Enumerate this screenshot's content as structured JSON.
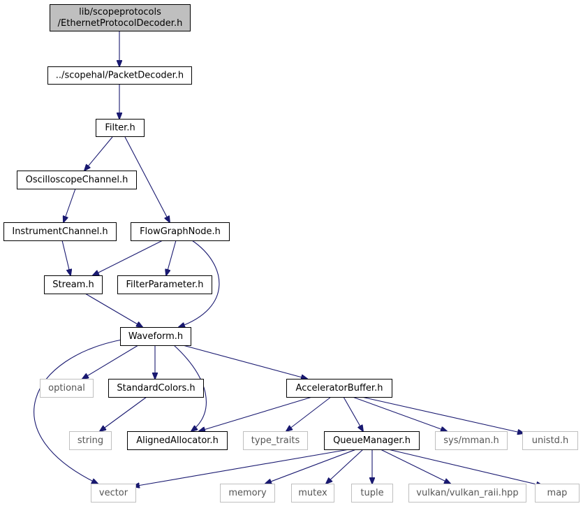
{
  "graph": {
    "nodes": [
      {
        "id": "ethernet",
        "lines": [
          "lib/scopeprotocols",
          "/EthernetProtocolDecoder.h"
        ],
        "style": "root"
      },
      {
        "id": "packetdecoder",
        "lines": [
          "../scopehal/PacketDecoder.h"
        ],
        "style": "normal"
      },
      {
        "id": "filter",
        "lines": [
          "Filter.h"
        ],
        "style": "normal"
      },
      {
        "id": "oscilloscopechannel",
        "lines": [
          "OscilloscopeChannel.h"
        ],
        "style": "normal"
      },
      {
        "id": "instrumentchannel",
        "lines": [
          "InstrumentChannel.h"
        ],
        "style": "normal"
      },
      {
        "id": "flowgraphnode",
        "lines": [
          "FlowGraphNode.h"
        ],
        "style": "normal"
      },
      {
        "id": "stream",
        "lines": [
          "Stream.h"
        ],
        "style": "normal"
      },
      {
        "id": "filterparameter",
        "lines": [
          "FilterParameter.h"
        ],
        "style": "normal"
      },
      {
        "id": "waveform",
        "lines": [
          "Waveform.h"
        ],
        "style": "normal"
      },
      {
        "id": "optional",
        "lines": [
          "optional"
        ],
        "style": "system"
      },
      {
        "id": "standardcolors",
        "lines": [
          "StandardColors.h"
        ],
        "style": "normal"
      },
      {
        "id": "acceleratorbuffer",
        "lines": [
          "AcceleratorBuffer.h"
        ],
        "style": "normal"
      },
      {
        "id": "string",
        "lines": [
          "string"
        ],
        "style": "system"
      },
      {
        "id": "alignedallocator",
        "lines": [
          "AlignedAllocator.h"
        ],
        "style": "normal"
      },
      {
        "id": "type_traits",
        "lines": [
          "type_traits"
        ],
        "style": "system"
      },
      {
        "id": "queuemanager",
        "lines": [
          "QueueManager.h"
        ],
        "style": "normal"
      },
      {
        "id": "sysmman",
        "lines": [
          "sys/mman.h"
        ],
        "style": "system"
      },
      {
        "id": "unistd",
        "lines": [
          "unistd.h"
        ],
        "style": "system"
      },
      {
        "id": "vector",
        "lines": [
          "vector"
        ],
        "style": "system"
      },
      {
        "id": "memory",
        "lines": [
          "memory"
        ],
        "style": "system"
      },
      {
        "id": "mutex",
        "lines": [
          "mutex"
        ],
        "style": "system"
      },
      {
        "id": "tuple",
        "lines": [
          "tuple"
        ],
        "style": "system"
      },
      {
        "id": "vulkan",
        "lines": [
          "vulkan/vulkan_raii.hpp"
        ],
        "style": "system"
      },
      {
        "id": "map",
        "lines": [
          "map"
        ],
        "style": "system"
      }
    ],
    "edges": [
      {
        "from": "ethernet",
        "to": "packetdecoder"
      },
      {
        "from": "packetdecoder",
        "to": "filter"
      },
      {
        "from": "filter",
        "to": "oscilloscopechannel"
      },
      {
        "from": "filter",
        "to": "flowgraphnode"
      },
      {
        "from": "oscilloscopechannel",
        "to": "instrumentchannel"
      },
      {
        "from": "instrumentchannel",
        "to": "stream"
      },
      {
        "from": "flowgraphnode",
        "to": "stream"
      },
      {
        "from": "flowgraphnode",
        "to": "filterparameter"
      },
      {
        "from": "flowgraphnode",
        "to": "waveform"
      },
      {
        "from": "stream",
        "to": "waveform"
      },
      {
        "from": "waveform",
        "to": "optional"
      },
      {
        "from": "waveform",
        "to": "standardcolors"
      },
      {
        "from": "waveform",
        "to": "alignedallocator"
      },
      {
        "from": "waveform",
        "to": "acceleratorbuffer"
      },
      {
        "from": "waveform",
        "to": "vector"
      },
      {
        "from": "standardcolors",
        "to": "string"
      },
      {
        "from": "acceleratorbuffer",
        "to": "alignedallocator"
      },
      {
        "from": "acceleratorbuffer",
        "to": "type_traits"
      },
      {
        "from": "acceleratorbuffer",
        "to": "queuemanager"
      },
      {
        "from": "acceleratorbuffer",
        "to": "sysmman"
      },
      {
        "from": "acceleratorbuffer",
        "to": "unistd"
      },
      {
        "from": "queuemanager",
        "to": "vector"
      },
      {
        "from": "queuemanager",
        "to": "memory"
      },
      {
        "from": "queuemanager",
        "to": "mutex"
      },
      {
        "from": "queuemanager",
        "to": "tuple"
      },
      {
        "from": "queuemanager",
        "to": "vulkan"
      },
      {
        "from": "queuemanager",
        "to": "map"
      }
    ]
  },
  "colors": {
    "edge": "#191970",
    "root_fill": "#bfbfbf",
    "root_border": "#000000",
    "normal_fill": "#ffffff",
    "normal_border": "#000000",
    "system_fill": "#ffffff",
    "system_border": "#bfbfbf",
    "system_text": "#555555",
    "text": "#000000"
  }
}
